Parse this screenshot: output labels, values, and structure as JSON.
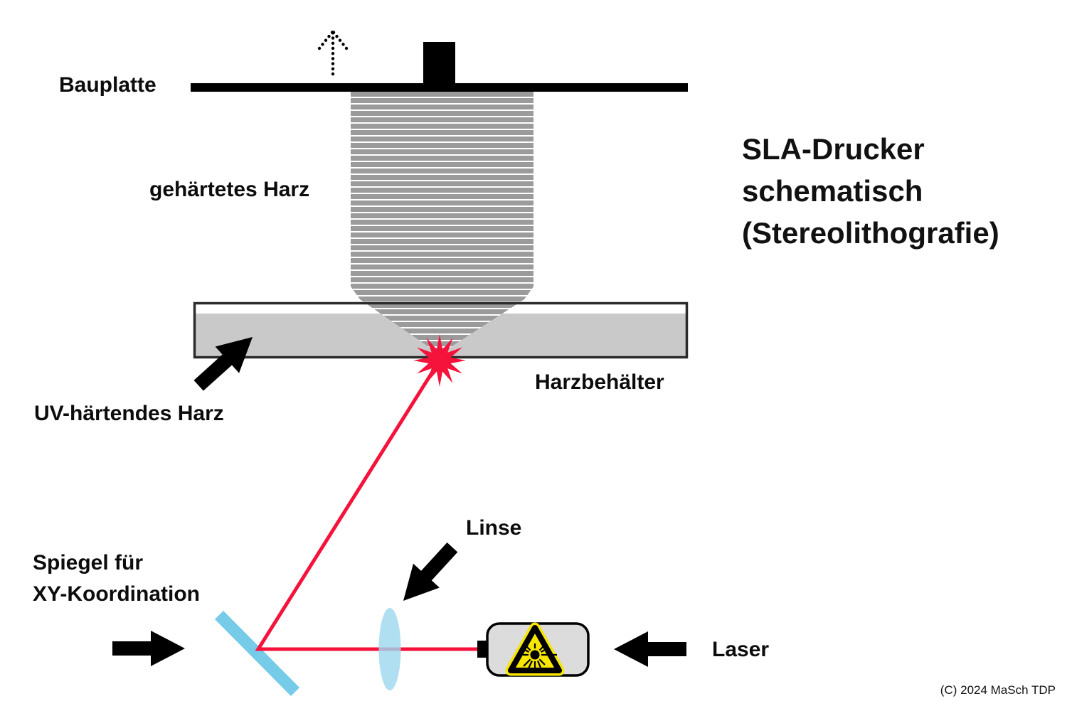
{
  "title": {
    "line1": "SLA-Drucker",
    "line2": "schematisch",
    "line3": "(Stereolithografie)"
  },
  "labels": {
    "build_plate": "Bauplatte",
    "cured_resin": "gehärtetes Harz",
    "resin_tank": "Harzbehälter",
    "uv_resin": "UV-härtendes Harz",
    "mirror_line1": "Spiegel für",
    "mirror_line2": "XY-Koordination",
    "lens": "Linse",
    "laser": "Laser"
  },
  "footer": {
    "copyright": "(C) 2024 MaSch TDP"
  },
  "colors": {
    "beam_red": "#f5123b",
    "mirror_blue": "#76cbe9",
    "lens_blue": "#a0d8ef",
    "tank_fill": "#c9c9c9",
    "tank_border": "#2b2b2b",
    "cured_resin_gray": "#9b9b9b",
    "laser_body": "#dcdcdc",
    "warning_yellow": "#f7e600",
    "ink_black": "#000000"
  }
}
